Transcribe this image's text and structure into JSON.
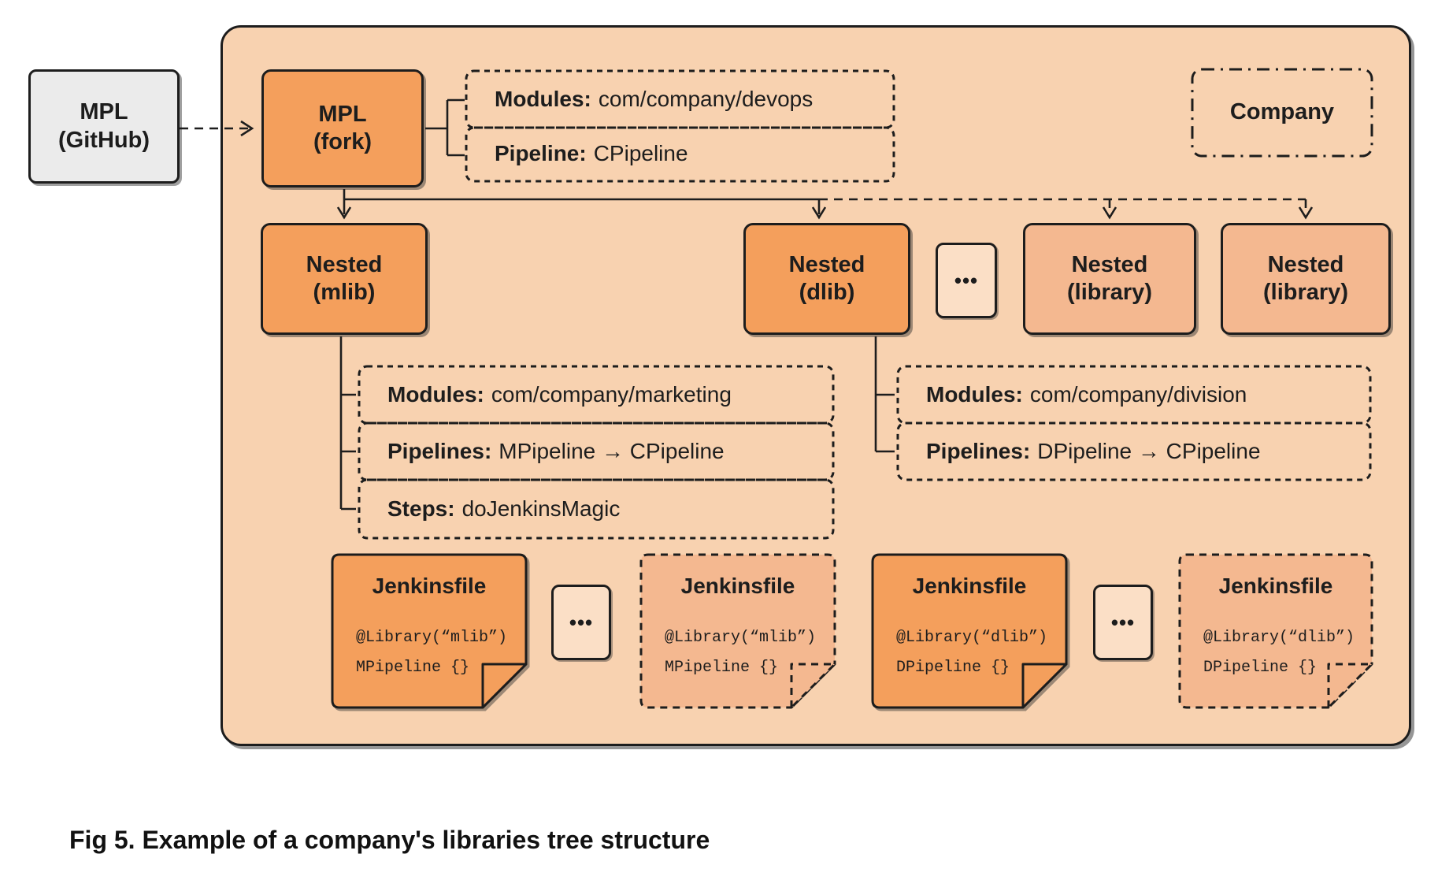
{
  "caption": "Fig 5. Example of a company's libraries tree structure",
  "colors": {
    "container_fill": "#f8d2b0",
    "primary_node_fill": "#f49f5c",
    "secondary_node_fill": "#f4b890",
    "ellipsis_box_fill": "#fbdfc6",
    "external_node_fill": "#ebebeb",
    "line_and_text": "#1d1d1d"
  },
  "ellipsis": "•••",
  "nodes": {
    "github": {
      "line1": "MPL",
      "line2": "(GitHub)"
    },
    "fork": {
      "line1": "MPL",
      "line2": "(fork)"
    },
    "company": {
      "label": "Company"
    },
    "mlib": {
      "line1": "Nested",
      "line2": "(mlib)"
    },
    "dlib": {
      "line1": "Nested",
      "line2": "(dlib)"
    },
    "library1": {
      "line1": "Nested",
      "line2": "(library)"
    },
    "library2": {
      "line1": "Nested",
      "line2": "(library)"
    }
  },
  "details": {
    "fork_modules": {
      "label": "Modules:",
      "value": "com/company/devops"
    },
    "fork_pipeline": {
      "label": "Pipeline:",
      "value": "CPipeline"
    },
    "mlib_modules": {
      "label": "Modules:",
      "value": "com/company/marketing"
    },
    "mlib_pipelines": {
      "label": "Pipelines:",
      "value": "MPipeline → CPipeline"
    },
    "mlib_steps": {
      "label": "Steps:",
      "value": "doJenkinsMagic"
    },
    "dlib_modules": {
      "label": "Modules:",
      "value": "com/company/division"
    },
    "dlib_pipelines": {
      "label": "Pipelines:",
      "value": "DPipeline → CPipeline"
    }
  },
  "notes": {
    "mlib_main": {
      "title": "Jenkinsfile",
      "code1": "@Library(“mlib”)",
      "code2": "MPipeline {}"
    },
    "mlib_ghost": {
      "title": "Jenkinsfile",
      "code1": "@Library(“mlib”)",
      "code2": "MPipeline {}"
    },
    "dlib_main": {
      "title": "Jenkinsfile",
      "code1": "@Library(“dlib”)",
      "code2": "DPipeline {}"
    },
    "dlib_ghost": {
      "title": "Jenkinsfile",
      "code1": "@Library(“dlib”)",
      "code2": "DPipeline {}"
    }
  }
}
